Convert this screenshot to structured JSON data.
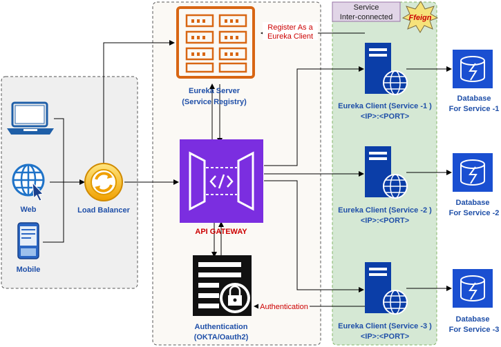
{
  "clients": {
    "laptop_icon": "laptop-icon",
    "web_label": "Web",
    "mobile_label": "Mobile"
  },
  "load_balancer": {
    "label": "Load Balancer"
  },
  "eureka_server": {
    "line1": "Eureka Server",
    "line2": "(Service Registry)"
  },
  "register_note": {
    "line1": "Register As a",
    "line2": "Eureka Client"
  },
  "service_header": {
    "line1": "Service",
    "line2": "Inter-connected",
    "feign": "Ffeign"
  },
  "api_gateway": {
    "label": "API GATEWAY"
  },
  "authentication": {
    "line1": "Authentication",
    "line2": "(OKTA/Oauth2)",
    "edge_label": "Authentication"
  },
  "services": [
    {
      "line1": "Eureka Client (Service -1 )",
      "line2": "<IP>:<PORT>",
      "db_line1": "Database",
      "db_line2": "For Service -1"
    },
    {
      "line1": "Eureka Client (Service -2 )",
      "line2": "<IP>:<PORT>",
      "db_line1": "Database",
      "db_line2": "For Service -2"
    },
    {
      "line1": "Eureka Client (Service -3 )",
      "line2": "<IP>:<PORT>",
      "db_line1": "Database",
      "db_line2": "For Service -3"
    }
  ],
  "colors": {
    "eureka_orange": "#d86613",
    "gateway_purple": "#7b2ee0",
    "server_blue": "#0b3ea8",
    "db_blue": "#1a4fd1",
    "label_blue": "#1f4fa8",
    "gateway_label_red": "#cc0000",
    "services_panel_green": "#d5e8d4"
  }
}
